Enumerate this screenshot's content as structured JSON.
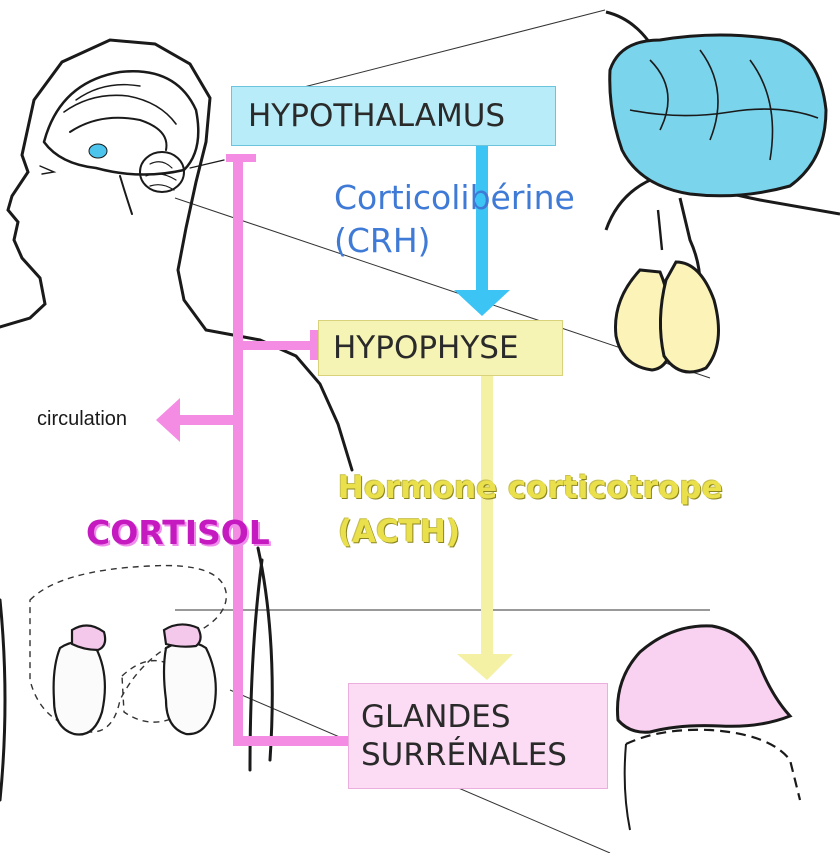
{
  "organs": {
    "hypothalamus": "HYPOTHALAMUS",
    "hypophyse": "HYPOPHYSE",
    "surrenales_line1": "GLANDES",
    "surrenales_line2": "SURRÉNALES"
  },
  "hormones": {
    "crh_line1": "Corticolibérine",
    "crh_line2": "(CRH)",
    "acth_line1": "Hormone corticotrope",
    "acth_line2": "(ACTH)",
    "cortisol": "CORTISOL"
  },
  "circulation": "circulation",
  "colors": {
    "hypothalamus_box": "#b8ecf8",
    "hypophyse_box": "#f6f4b4",
    "surrenales_box": "#fcdcf4",
    "crh_arrow": "#3cc4f4",
    "acth_arrow": "#f4f0a4",
    "cortisol_feedback": "#f48ce4",
    "crh_text": "#3e7ad6",
    "acth_text": "#eae04c",
    "cortisol_text": "#c41ac0"
  }
}
